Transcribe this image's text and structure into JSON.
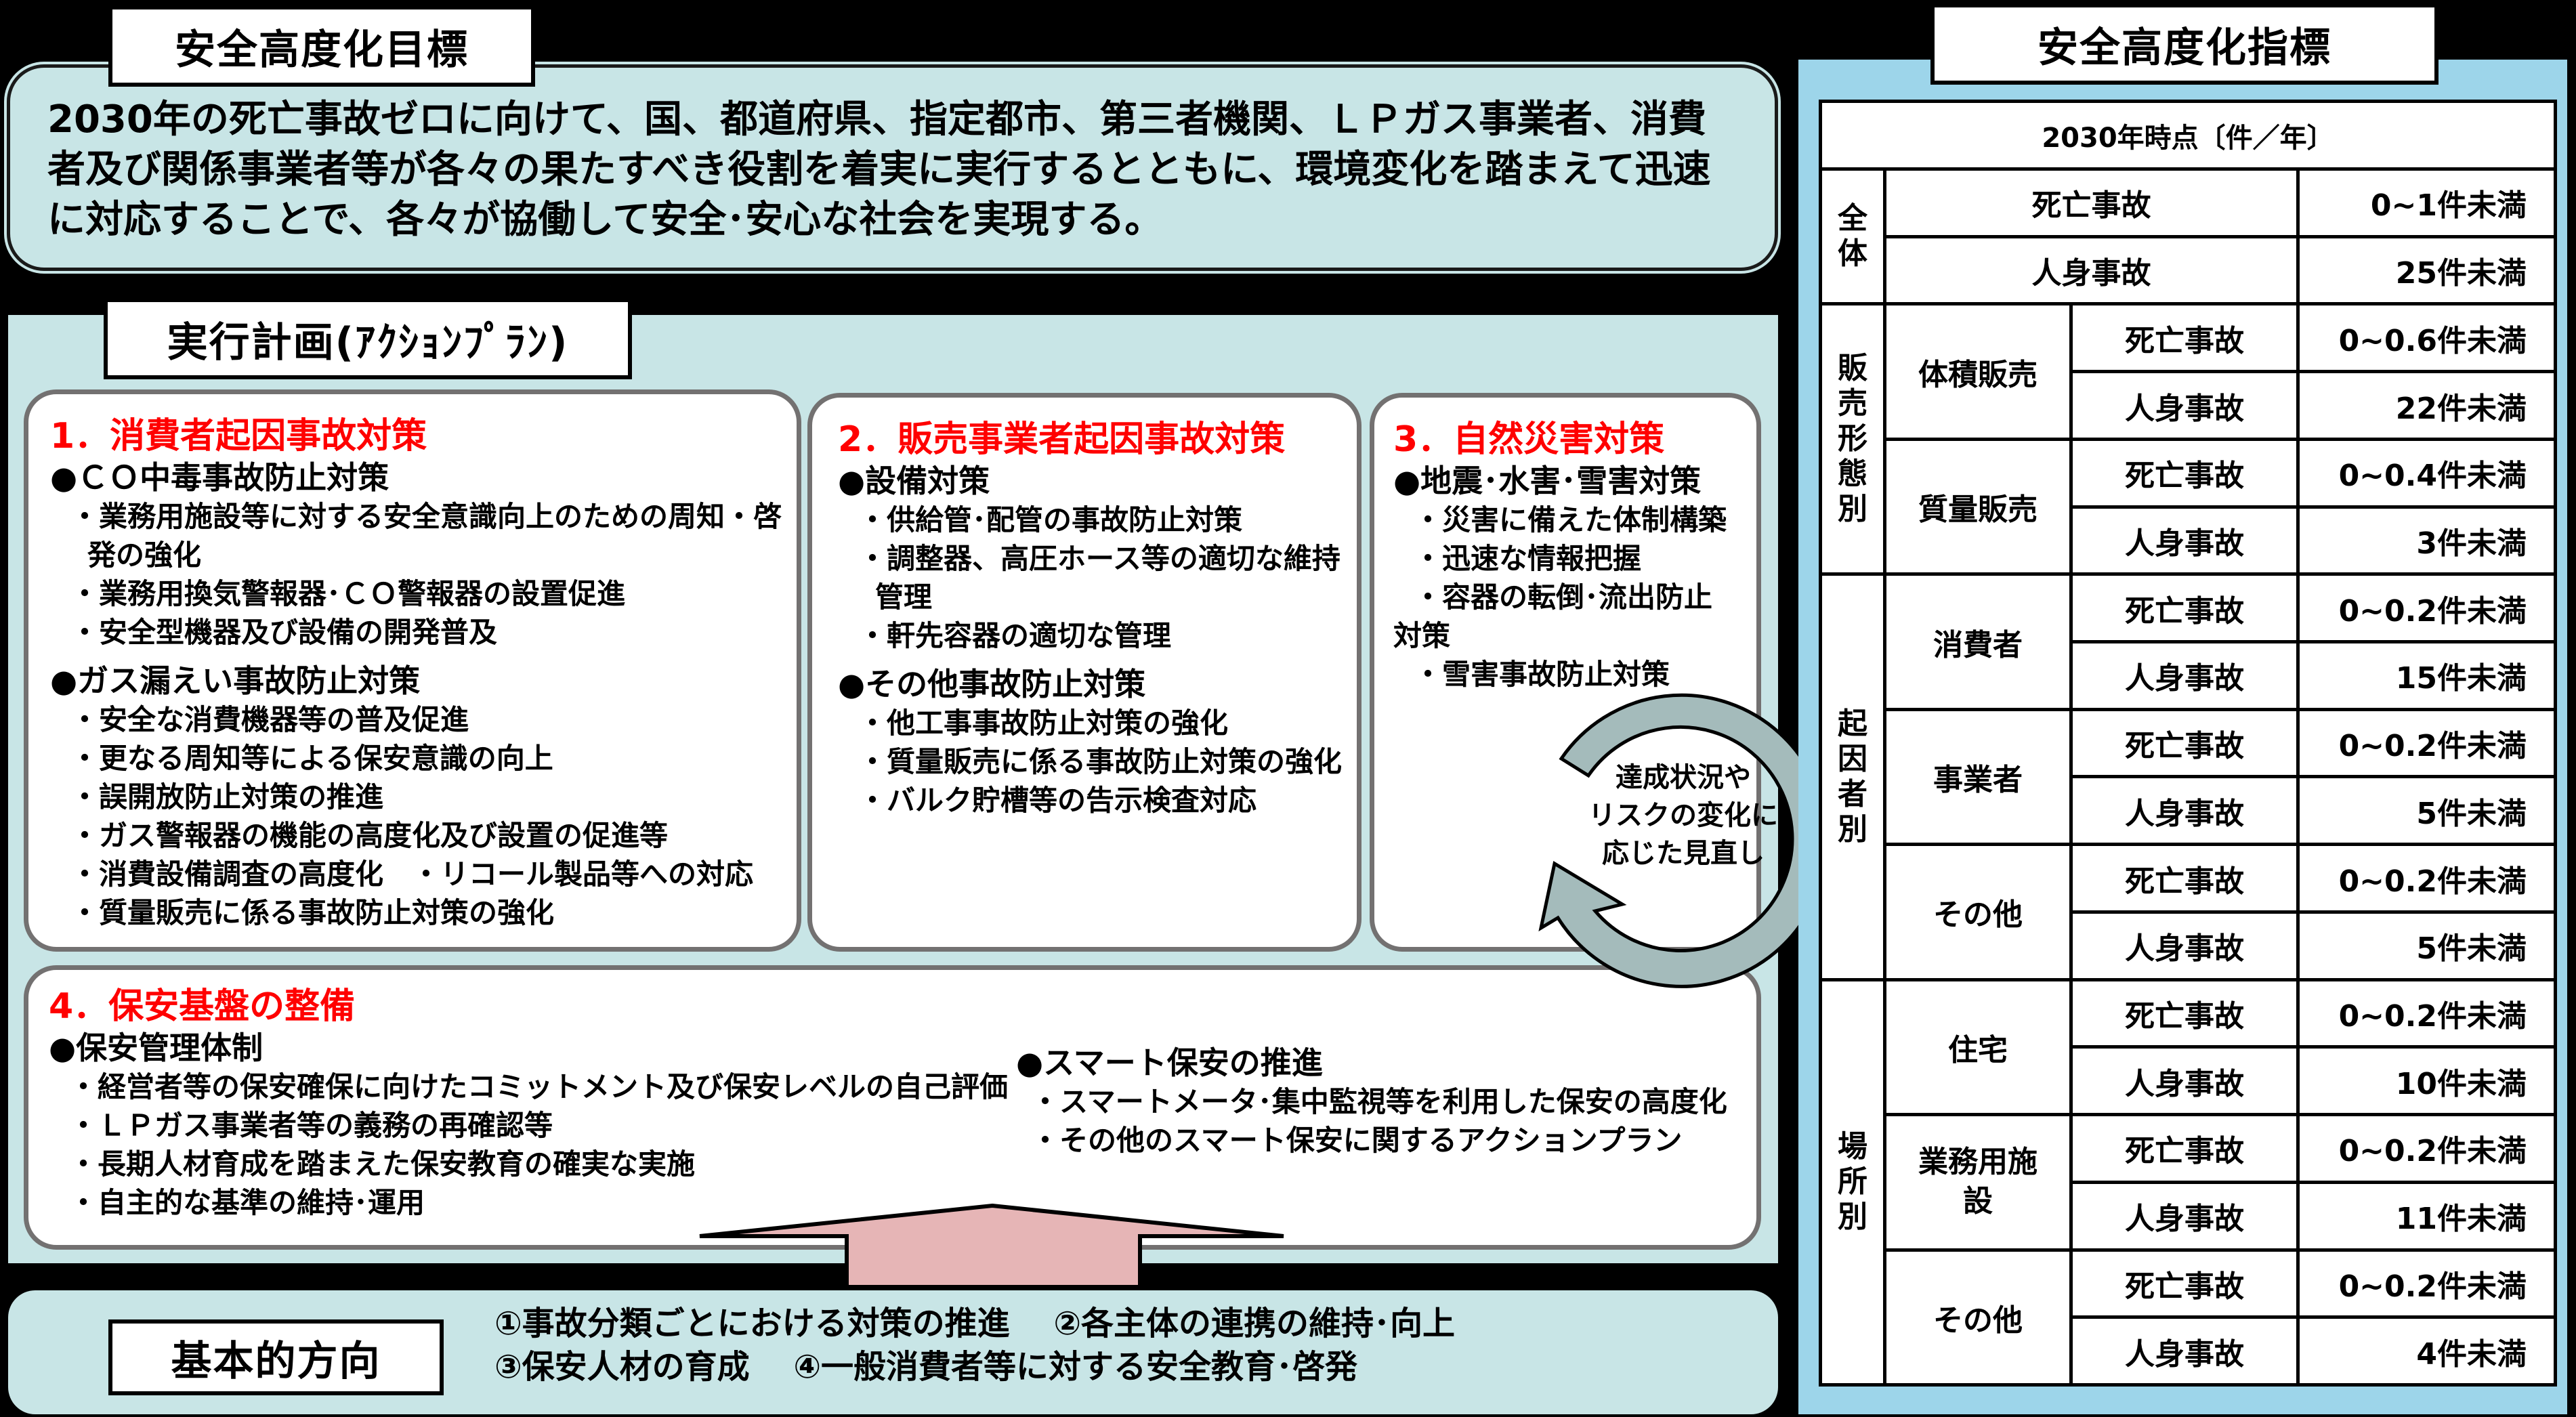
{
  "goal": {
    "title": "安全高度化目標",
    "lines": [
      "2030年の死亡事故ゼロに向けて、国、都道府県、指定都市、第三者機関、ＬＰガス事業者、消費",
      "者及び関係事業者等が各々の果たすべき役割を着実に実行するとともに、環境変化を踏まえて迅速",
      "に対応することで、各々が協働して安全･安心な社会を実現する。"
    ]
  },
  "action_plan": {
    "title": "実行計画(ｱｸｼｮﾝﾌﾟﾗﾝ)",
    "box1": {
      "title": "1．消費者起因事故対策",
      "groups": [
        {
          "heading": "●ＣＯ中毒事故防止対策",
          "items": [
            "・業務用施設等に対する安全意識向上のための周知・啓発の強化",
            "・業務用換気警報器･ＣＯ警報器の設置促進",
            "・安全型機器及び設備の開発普及"
          ]
        },
        {
          "heading": "●ガス漏えい事故防止対策",
          "items": [
            "・安全な消費機器等の普及促進",
            "・更なる周知等による保安意識の向上",
            "・誤開放防止対策の推進",
            "・ガス警報器の機能の高度化及び設置の促進等",
            "・消費設備調査の高度化　・リコール製品等への対応",
            "・質量販売に係る事故防止対策の強化"
          ]
        }
      ]
    },
    "box2": {
      "title": "2．販売事業者起因事故対策",
      "groups": [
        {
          "heading": "●設備対策",
          "items": [
            "・供給管･配管の事故防止対策",
            "・調整器、高圧ホース等の適切な維持管理",
            "・軒先容器の適切な管理"
          ]
        },
        {
          "heading": "●その他事故防止対策",
          "items": [
            "・他工事事故防止対策の強化",
            "・質量販売に係る事故防止対策の強化",
            "・バルク貯槽等の告示検査対応"
          ]
        }
      ]
    },
    "box3": {
      "title": "3．自然災害対策",
      "groups": [
        {
          "heading": "●地震･水害･雪害対策",
          "items": [
            "・災害に備えた体制構築",
            "・迅速な情報把握",
            "・容器の転倒･流出防止対策",
            "・雪害事故防止対策"
          ]
        }
      ]
    },
    "cycle_label": [
      "達成状況や",
      "リスクの変化に",
      "応じた見直し"
    ],
    "box4": {
      "title": "4．保安基盤の整備",
      "left": {
        "heading": "●保安管理体制",
        "items": [
          "・経営者等の保安確保に向けたコミットメント及び保安レベルの自己評価",
          "・ＬＰガス事業者等の義務の再確認等",
          "・長期人材育成を踏まえた保安教育の確実な実施",
          "・自主的な基準の維持･運用"
        ]
      },
      "right": {
        "heading": "●スマート保安の推進",
        "items": [
          "・スマートメータ･集中監視等を利用した保安の高度化",
          "・その他のスマート保安に関するアクションプラン"
        ]
      }
    }
  },
  "basic_direction": {
    "title": "基本的方向",
    "lines": [
      "①事故分類ごとにおける対策の推進　 ②各主体の連携の維持･向上",
      "③保安人材の育成　 ④一般消費者等に対する安全教育･啓発"
    ]
  },
  "indicators": {
    "title": "安全高度化指標",
    "header": "2030年時点〔件／年〕",
    "sections": [
      {
        "label": "全体",
        "rows": [
          {
            "group": "",
            "kind": "死亡事故",
            "value": "0~1件未満"
          },
          {
            "group": "",
            "kind": "人身事故",
            "value": "25件未満"
          }
        ]
      },
      {
        "label": "販売形態別",
        "groups": [
          {
            "name": "体積販売",
            "rows": [
              {
                "kind": "死亡事故",
                "value": "0~0.6件未満"
              },
              {
                "kind": "人身事故",
                "value": "22件未満"
              }
            ]
          },
          {
            "name": "質量販売",
            "rows": [
              {
                "kind": "死亡事故",
                "value": "0~0.4件未満"
              },
              {
                "kind": "人身事故",
                "value": "3件未満"
              }
            ]
          }
        ]
      },
      {
        "label": "起因者別",
        "groups": [
          {
            "name": "消費者",
            "rows": [
              {
                "kind": "死亡事故",
                "value": "0~0.2件未満"
              },
              {
                "kind": "人身事故",
                "value": "15件未満"
              }
            ]
          },
          {
            "name": "事業者",
            "rows": [
              {
                "kind": "死亡事故",
                "value": "0~0.2件未満"
              },
              {
                "kind": "人身事故",
                "value": "5件未満"
              }
            ]
          },
          {
            "name": "その他",
            "rows": [
              {
                "kind": "死亡事故",
                "value": "0~0.2件未満"
              },
              {
                "kind": "人身事故",
                "value": "5件未満"
              }
            ]
          }
        ]
      },
      {
        "label": "場所別",
        "groups": [
          {
            "name": "住宅",
            "rows": [
              {
                "kind": "死亡事故",
                "value": "0~0.2件未満"
              },
              {
                "kind": "人身事故",
                "value": "10件未満"
              }
            ]
          },
          {
            "name": "業務用施設",
            "rows": [
              {
                "kind": "死亡事故",
                "value": "0~0.2件未満"
              },
              {
                "kind": "人身事故",
                "value": "11件未満"
              }
            ]
          },
          {
            "name": "その他",
            "rows": [
              {
                "kind": "死亡事故",
                "value": "0~0.2件未満"
              },
              {
                "kind": "人身事故",
                "value": "4件未満"
              }
            ]
          }
        ]
      }
    ]
  },
  "colors": {
    "panel_teal": "#c8e5e6",
    "panel_blue": "#9dd5ea",
    "heading_red": "#ff0000",
    "arrow_pink": "#e6b5b6",
    "cycle_gray": "#a4bbbb",
    "box_border": "#737171"
  }
}
